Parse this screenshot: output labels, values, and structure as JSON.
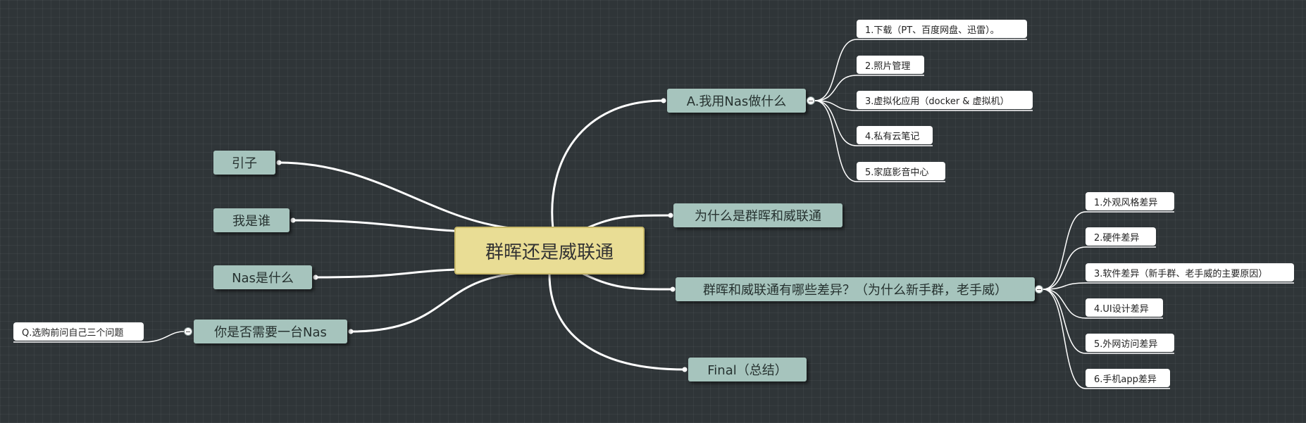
{
  "mindmap": {
    "root": {
      "text": "群晖还是威联通"
    },
    "left": [
      {
        "text": "引子"
      },
      {
        "text": "我是谁"
      },
      {
        "text": "Nas是什么"
      },
      {
        "text": "你是否需要一台Nas",
        "children": [
          {
            "text": "Q.选购前问自己三个问题"
          }
        ]
      }
    ],
    "right": [
      {
        "text": "A.我用Nas做什么",
        "children": [
          {
            "text": "1.下载（PT、百度网盘、迅雷）。"
          },
          {
            "text": "2.照片管理"
          },
          {
            "text": "3.虚拟化应用（docker & 虚拟机）"
          },
          {
            "text": "4.私有云笔记"
          },
          {
            "text": "5.家庭影音中心"
          }
        ]
      },
      {
        "text": "为什么是群晖和威联通"
      },
      {
        "text": "群晖和威联通有哪些差异？（为什么新手群，老手威）",
        "children": [
          {
            "text": "1.外观风格差异"
          },
          {
            "text": "2.硬件差异"
          },
          {
            "text": "3.软件差异（新手群、老手威的主要原因）"
          },
          {
            "text": "4.UI设计差异"
          },
          {
            "text": "5.外网访问差异"
          },
          {
            "text": "6.手机app差异"
          }
        ]
      },
      {
        "text": "Final（总结）"
      }
    ]
  },
  "colors": {
    "background": "#2f3538",
    "root": "#e9dd95",
    "topic": "#a6c4bd",
    "subtopic": "#ffffff",
    "connector": "#ffffff"
  }
}
